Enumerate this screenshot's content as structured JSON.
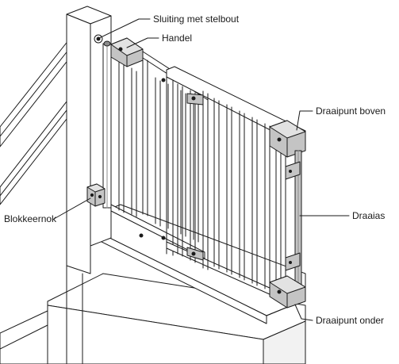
{
  "labels": {
    "latch_bolt": "Sluiting met stelbout",
    "handle": "Handel",
    "top_pivot": "Draaipunt boven",
    "blocking_cam": "Blokkeernok",
    "pivot_axis": "Draaias",
    "bottom_pivot": "Draaipunt onder"
  },
  "colors": {
    "line": "#1a1a1a",
    "shade": "#c4c4c4",
    "dark_shade": "#8c8c8c",
    "fill": "#ffffff"
  }
}
